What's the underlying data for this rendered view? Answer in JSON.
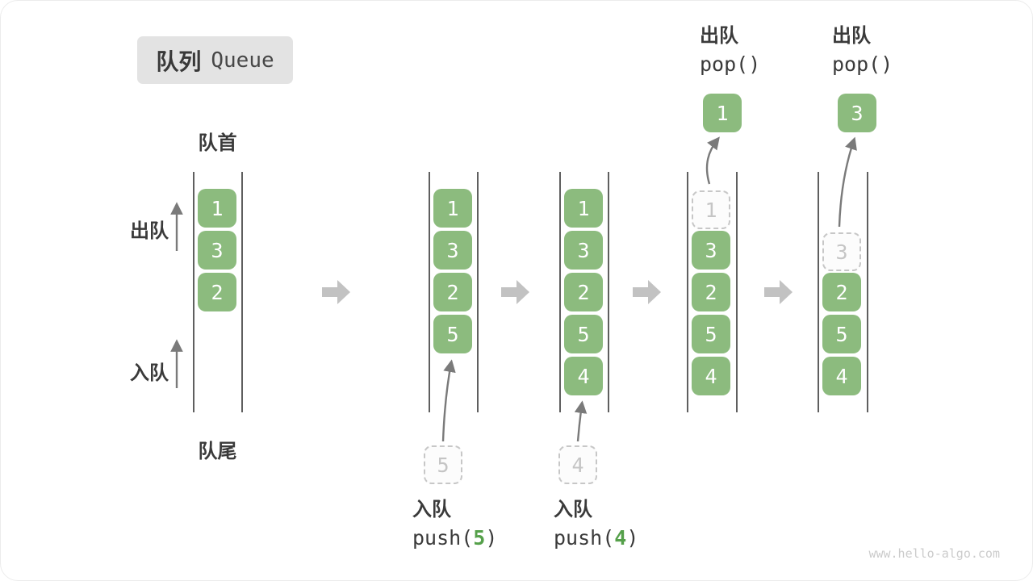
{
  "title": {
    "zh": "队列",
    "en": "Queue"
  },
  "side_labels": {
    "front": "队首",
    "rear": "队尾",
    "dequeue": "出队",
    "enqueue": "入队"
  },
  "queues": {
    "q1": {
      "cells": [
        "1",
        "3",
        "2"
      ]
    },
    "q2": {
      "cells": [
        "1",
        "3",
        "2",
        "5"
      ],
      "incoming": "5"
    },
    "q3": {
      "cells": [
        "1",
        "3",
        "2",
        "5",
        "4"
      ],
      "incoming": "4"
    },
    "q4": {
      "removed": "1",
      "cells": [
        "3",
        "2",
        "5",
        "4"
      ],
      "popped": "1"
    },
    "q5": {
      "removed": "3",
      "cells": [
        "2",
        "5",
        "4"
      ],
      "popped": "3"
    }
  },
  "operations": {
    "pop": {
      "label": "出队",
      "code": "pop()"
    },
    "push5": {
      "label": "入队",
      "code_pre": "push(",
      "arg": "5",
      "code_post": ")"
    },
    "push4": {
      "label": "入队",
      "code_pre": "push(",
      "arg": "4",
      "code_post": ")"
    }
  },
  "watermark": "www.hello-algo.com",
  "colors": {
    "cell_green": "#8cbb7e",
    "arg_green": "#55a04a",
    "block_arrow_gray": "#c2c2c2",
    "line_gray": "#5f5f5f",
    "title_bg": "#e3e3e3"
  }
}
